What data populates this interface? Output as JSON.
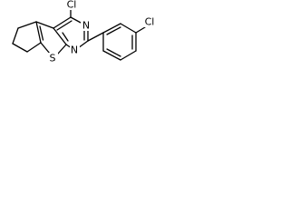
{
  "molecule": {
    "atoms": {
      "cl_top": "Cl",
      "n_upper": "N",
      "s_ring": "S",
      "n_lower": "N",
      "cl_para": "Cl"
    }
  }
}
